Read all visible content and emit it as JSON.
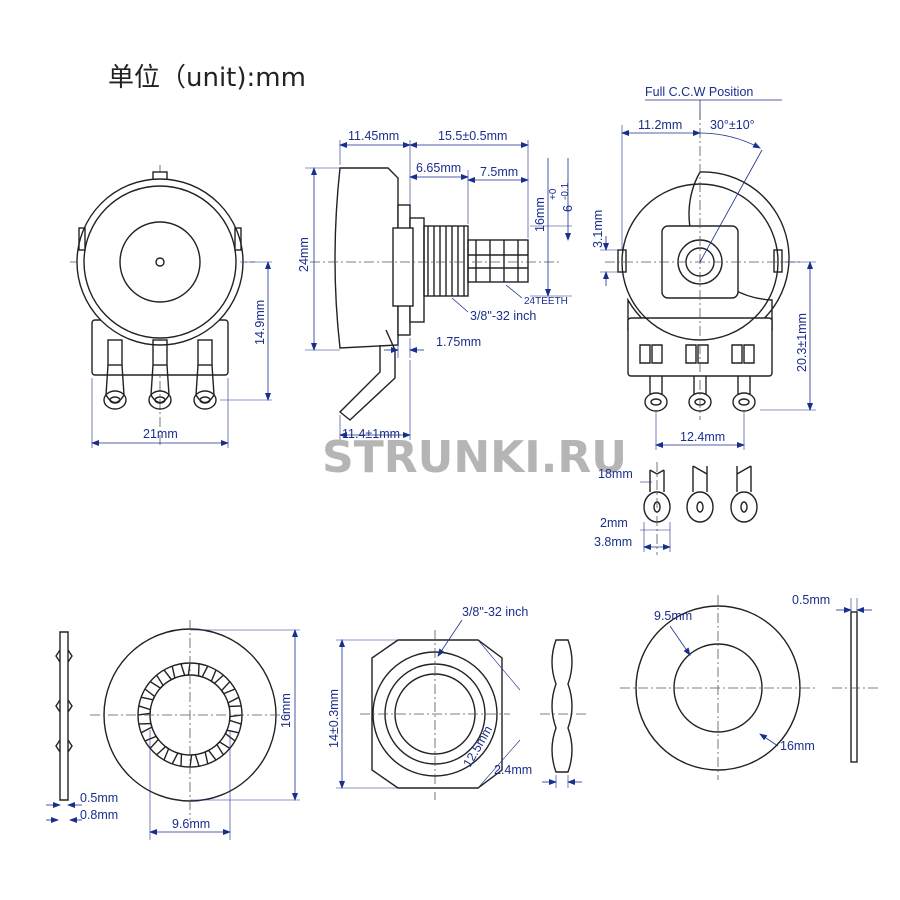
{
  "title": "单位（unit):mm",
  "watermark": "STRUNKI.RU",
  "colors": {
    "dimension": "#1a2e8c",
    "outline": "#222222",
    "watermark": "#a9a9a9",
    "background": "#ffffff"
  },
  "front_view": {
    "width": "21mm",
    "terminal_height": "14.9mm"
  },
  "side_view": {
    "body_depth": "11.45mm",
    "shaft_length": "15.5±0.5mm",
    "bushing_length": "6.65mm",
    "knurl_length": "7.5mm",
    "shaft_diameter_tol": "+0\n-0.1",
    "shaft_diameter": "6",
    "knurl_span": "16mm",
    "height": "24mm",
    "thread": "3/8\"-32 inch",
    "teeth": "24TEETH",
    "washer_thickness": "1.75mm",
    "bottom": "11.4±1mm"
  },
  "rear_view": {
    "position_label": "Full C.C.W Position",
    "offset": "11.2mm",
    "angle": "30°±10°",
    "tab": "3.1mm",
    "overall_height": "20.3±1mm",
    "terminal_pitch": "12.4mm"
  },
  "terminal_detail": {
    "length": "18mm",
    "hole": "2mm",
    "width": "3.8mm"
  },
  "lock_washer": {
    "thickness_a": "0.5mm",
    "thickness_b": "0.8mm",
    "inner": "9.6mm",
    "outer": "16mm"
  },
  "hex_nut": {
    "thread": "3/8\"-32 inch",
    "across_flats": "14±0.3mm",
    "bore": "12.5mm",
    "thickness": "2.4mm"
  },
  "flat_washer": {
    "inner": "9.5mm",
    "outer": "16mm",
    "thickness": "0.5mm"
  }
}
